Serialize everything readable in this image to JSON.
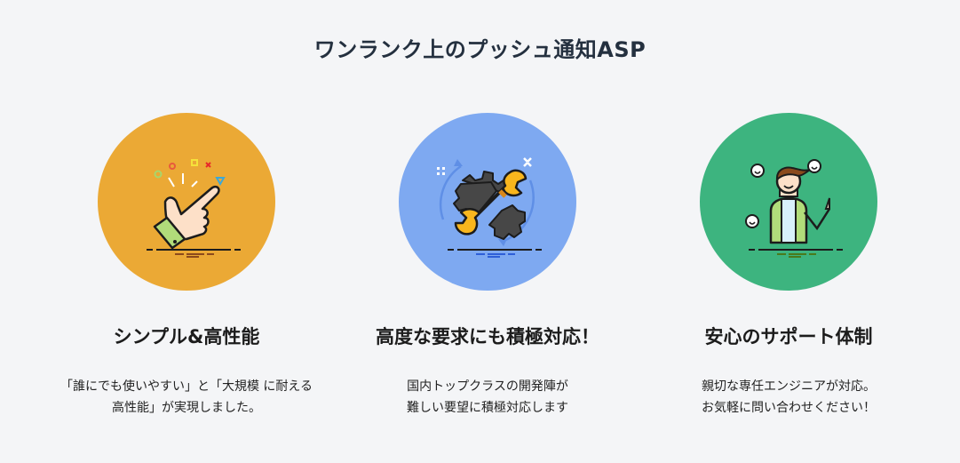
{
  "header": {
    "title": "ワンランク上のプッシュ通知ASP"
  },
  "colors": {
    "background": "#f4f5f7",
    "feature_1_circle": "#eba935",
    "feature_2_circle": "#7ea9f1",
    "feature_3_circle": "#3db47f"
  },
  "features": [
    {
      "icon": "pointing-hand-icon",
      "title": "シンプル&高性能",
      "desc_line1": "「誰にでも使いやすい」と「大規模 に耐える",
      "desc_line2": "高性能」が実現しました。"
    },
    {
      "icon": "wrench-gear-icon",
      "title": "高度な要求にも積極対応！",
      "desc_line1": "国内トップクラスの開発陣が",
      "desc_line2": "難しい要望に積極対応します"
    },
    {
      "icon": "support-person-icon",
      "title": "安心のサポート体制",
      "desc_line1": "親切な専任エンジニアが対応。",
      "desc_line2": "お気軽に問い合わせください！"
    }
  ]
}
